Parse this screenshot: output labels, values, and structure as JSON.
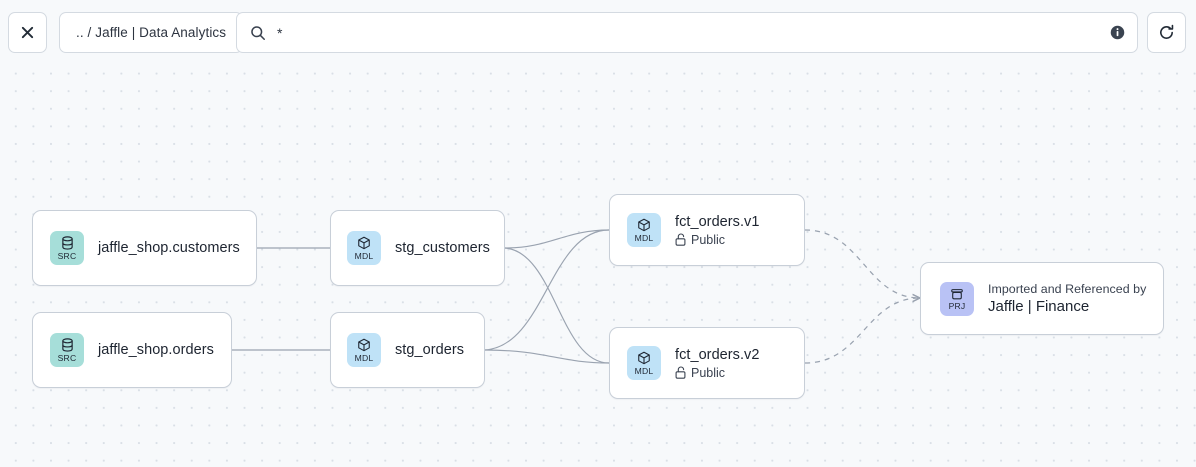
{
  "toolbar": {
    "close_label": "",
    "close_icon": "close-icon",
    "breadcrumb": ".. / Jaffle | Data Analytics",
    "search": {
      "value": "*",
      "placeholder": "Search",
      "icon": "search-icon",
      "info_icon": "info-icon"
    },
    "refresh_icon": "refresh-icon"
  },
  "graph": {
    "nodes": [
      {
        "id": "jaffle_shop.customers",
        "badge": "SRC",
        "badge_icon": "database-icon",
        "title": "jaffle_shop.customers",
        "subtitle": "",
        "kicker": ""
      },
      {
        "id": "jaffle_shop.orders",
        "badge": "SRC",
        "badge_icon": "database-icon",
        "title": "jaffle_shop.orders",
        "subtitle": "",
        "kicker": ""
      },
      {
        "id": "stg_customers",
        "badge": "MDL",
        "badge_icon": "cube-icon",
        "title": "stg_customers",
        "subtitle": "",
        "kicker": ""
      },
      {
        "id": "stg_orders",
        "badge": "MDL",
        "badge_icon": "cube-icon",
        "title": "stg_orders",
        "subtitle": "",
        "kicker": ""
      },
      {
        "id": "fct_orders.v1",
        "badge": "MDL",
        "badge_icon": "cube-icon",
        "title": "fct_orders.v1",
        "subtitle": "Public",
        "subtitle_icon": "unlock-icon",
        "kicker": ""
      },
      {
        "id": "fct_orders.v2",
        "badge": "MDL",
        "badge_icon": "cube-icon",
        "title": "fct_orders.v2",
        "subtitle": "Public",
        "subtitle_icon": "unlock-icon",
        "kicker": ""
      },
      {
        "id": "jaffle_finance",
        "badge": "PRJ",
        "badge_icon": "archive-box-icon",
        "kicker": "Imported and Referenced by",
        "title": "Jaffle | Finance",
        "subtitle": ""
      }
    ],
    "edges": [
      {
        "from": "jaffle_shop.customers",
        "to": "stg_customers",
        "style": "solid"
      },
      {
        "from": "jaffle_shop.orders",
        "to": "stg_orders",
        "style": "solid"
      },
      {
        "from": "stg_customers",
        "to": "fct_orders.v1",
        "style": "solid"
      },
      {
        "from": "stg_customers",
        "to": "fct_orders.v2",
        "style": "solid"
      },
      {
        "from": "stg_orders",
        "to": "fct_orders.v1",
        "style": "solid"
      },
      {
        "from": "stg_orders",
        "to": "fct_orders.v2",
        "style": "solid"
      },
      {
        "from": "fct_orders.v1",
        "to": "jaffle_finance",
        "style": "dashed"
      },
      {
        "from": "fct_orders.v2",
        "to": "jaffle_finance",
        "style": "dashed"
      }
    ]
  },
  "colors": {
    "canvas_bg": "#f7f9fb",
    "node_bg": "#ffffff",
    "node_border": "#c8cfd8",
    "badge_src": "#a6ded9",
    "badge_mdl": "#bfe2f7",
    "badge_prj": "#b9c2f5",
    "edge": "#9aa3b0",
    "text": "#1d2430"
  }
}
